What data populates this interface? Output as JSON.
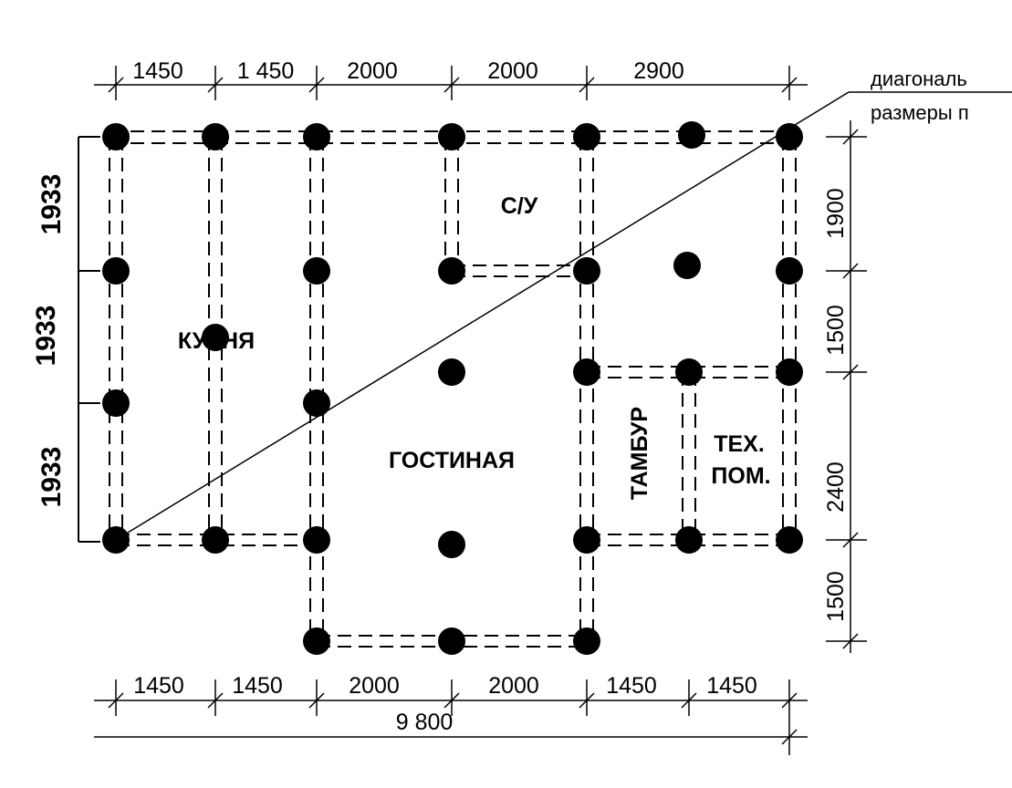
{
  "top_dims": [
    "1450",
    "1 450",
    "2000",
    "2000",
    "2900"
  ],
  "bottom_dims": [
    "1450",
    "1450",
    "2000",
    "2000",
    "1450",
    "1450"
  ],
  "total": "9 800",
  "left_dims": [
    "1933",
    "1933",
    "1933"
  ],
  "right_dims": [
    "1900",
    "1500",
    "2400",
    "1500"
  ],
  "rooms": {
    "kitchen": "КУХНЯ",
    "bathroom": "С/У",
    "living": "ГОСТИНАЯ",
    "vestibule": "ТАМБУР",
    "tech_line1": "ТЕХ.",
    "tech_line2": "ПОМ."
  },
  "note_line1": "диагональ",
  "note_line2": "размеры п"
}
